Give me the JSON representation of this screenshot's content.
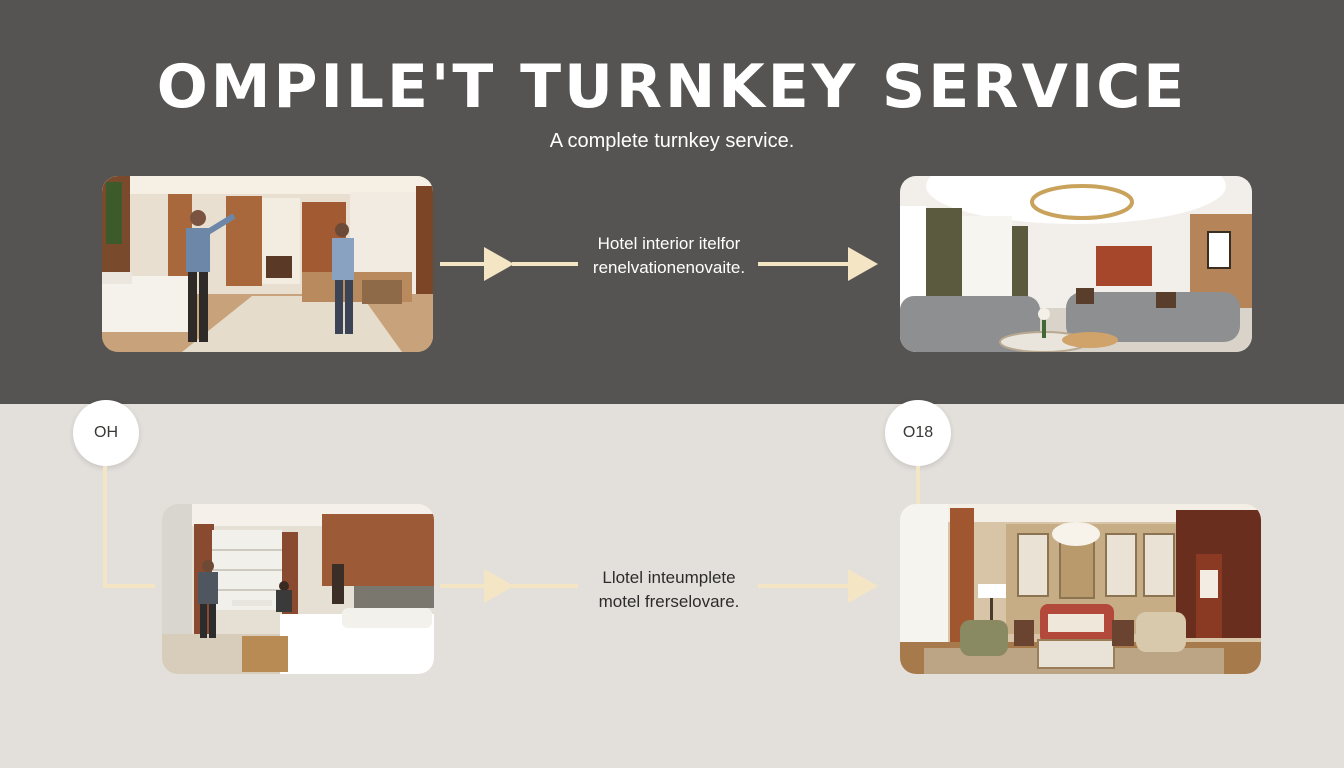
{
  "header": {
    "title": "OMPILE'T TURNKEY SERVICE",
    "subtitle": "A complete turnkey service."
  },
  "top_row": {
    "label_line1": "Hotel interior itelfor",
    "label_line2": "renelvationenovaite."
  },
  "bottom_row": {
    "label_line1": "Llotel inteumplete",
    "label_line2": "motel frerselovare."
  },
  "badges": {
    "left": "OH",
    "right": "O18"
  },
  "colors": {
    "top_background": "#565452",
    "bottom_background": "#e3e0dc",
    "arrow": "#f4e6c4",
    "badge": "#ffffff"
  },
  "images": [
    {
      "name": "renovation-before-photo",
      "depicts": "hotel room under renovation with two workers"
    },
    {
      "name": "renovation-after-photo",
      "depicts": "finished hotel lounge with sofas and ring chandelier"
    },
    {
      "name": "bedroom-before-photo",
      "depicts": "hotel bedroom with a worker and a seated person"
    },
    {
      "name": "suite-after-photo",
      "depicts": "finished hotel suite with chandelier and armchairs"
    }
  ]
}
